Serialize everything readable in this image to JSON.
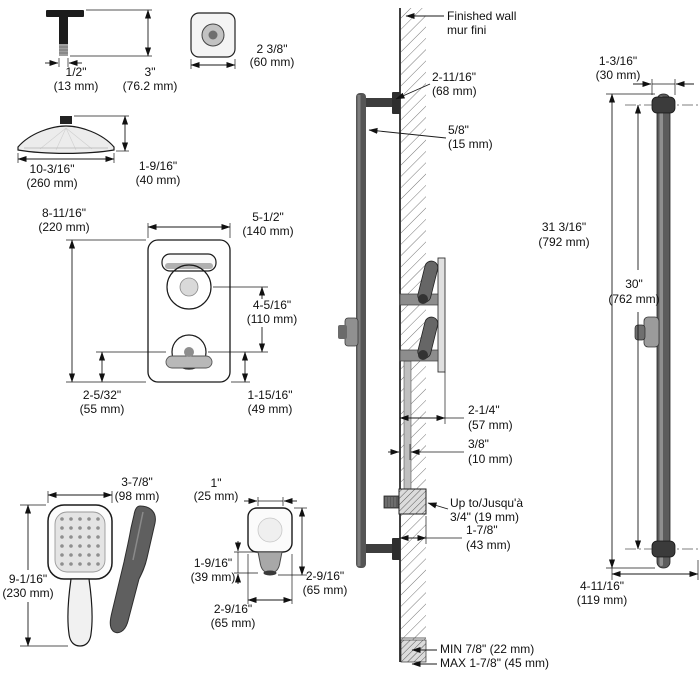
{
  "shower_arm": {
    "width": [
      "1/2\"",
      "(13 mm)"
    ],
    "length": [
      "3\"",
      "(76.2 mm)"
    ]
  },
  "arm_flange": {
    "size": [
      "2 3/8\"",
      "(60 mm)"
    ]
  },
  "rain_head": {
    "diameter": [
      "10-3/16\"",
      "(260 mm)"
    ],
    "height": [
      "1-9/16\"",
      "(40 mm)"
    ]
  },
  "valve_trim": {
    "height": [
      "8-11/16\"",
      "(220 mm)"
    ],
    "width": [
      "5-1/2\"",
      "(140 mm)"
    ],
    "handle_spacing": [
      "4-5/16\"",
      "(110 mm)"
    ],
    "bottom_left": [
      "2-5/32\"",
      "(55 mm)"
    ],
    "bottom_right": [
      "1-15/16\"",
      "(49 mm)"
    ]
  },
  "hand_shower": {
    "width": [
      "3-7/8\"",
      "(98 mm)"
    ],
    "length": [
      "9-1/16\"",
      "(230 mm)"
    ]
  },
  "supply_elbow": {
    "top": [
      "1\"",
      "(25 mm)"
    ],
    "left": [
      "1-9/16\"",
      "(39 mm)"
    ],
    "right": [
      "2-9/16\"",
      "(65 mm)"
    ],
    "bottom": [
      "2-9/16\"",
      "(65 mm)"
    ]
  },
  "wall": {
    "finished_wall": [
      "Finished wall",
      "mur fini"
    ],
    "bracket_offset": [
      "2-11/16\"",
      "(68 mm)"
    ],
    "bar_diameter": [
      "5/8\"",
      "(15 mm)"
    ],
    "valve_depth": [
      "2-1/4\"",
      "(57 mm)"
    ],
    "plate_depth": [
      "3/8\"",
      "(10 mm)"
    ],
    "wall_thickness": [
      "Up to/Jusqu'à",
      "3/4\" (19 mm)"
    ],
    "elbow_depth": [
      "1-7/8\"",
      "(43 mm)"
    ],
    "floor_range": [
      "MIN 7/8\" (22 mm)",
      "MAX 1-7/8\" (45 mm)"
    ]
  },
  "slide_bar": {
    "bracket_width": [
      "1-3/16\"",
      "(30 mm)"
    ],
    "overall_length": [
      "31 3/16\"",
      "(792 mm)"
    ],
    "center_to_center": [
      "30\"",
      "(762 mm)"
    ],
    "bottom_offset": [
      "4-11/16\"",
      "(119 mm)"
    ]
  }
}
